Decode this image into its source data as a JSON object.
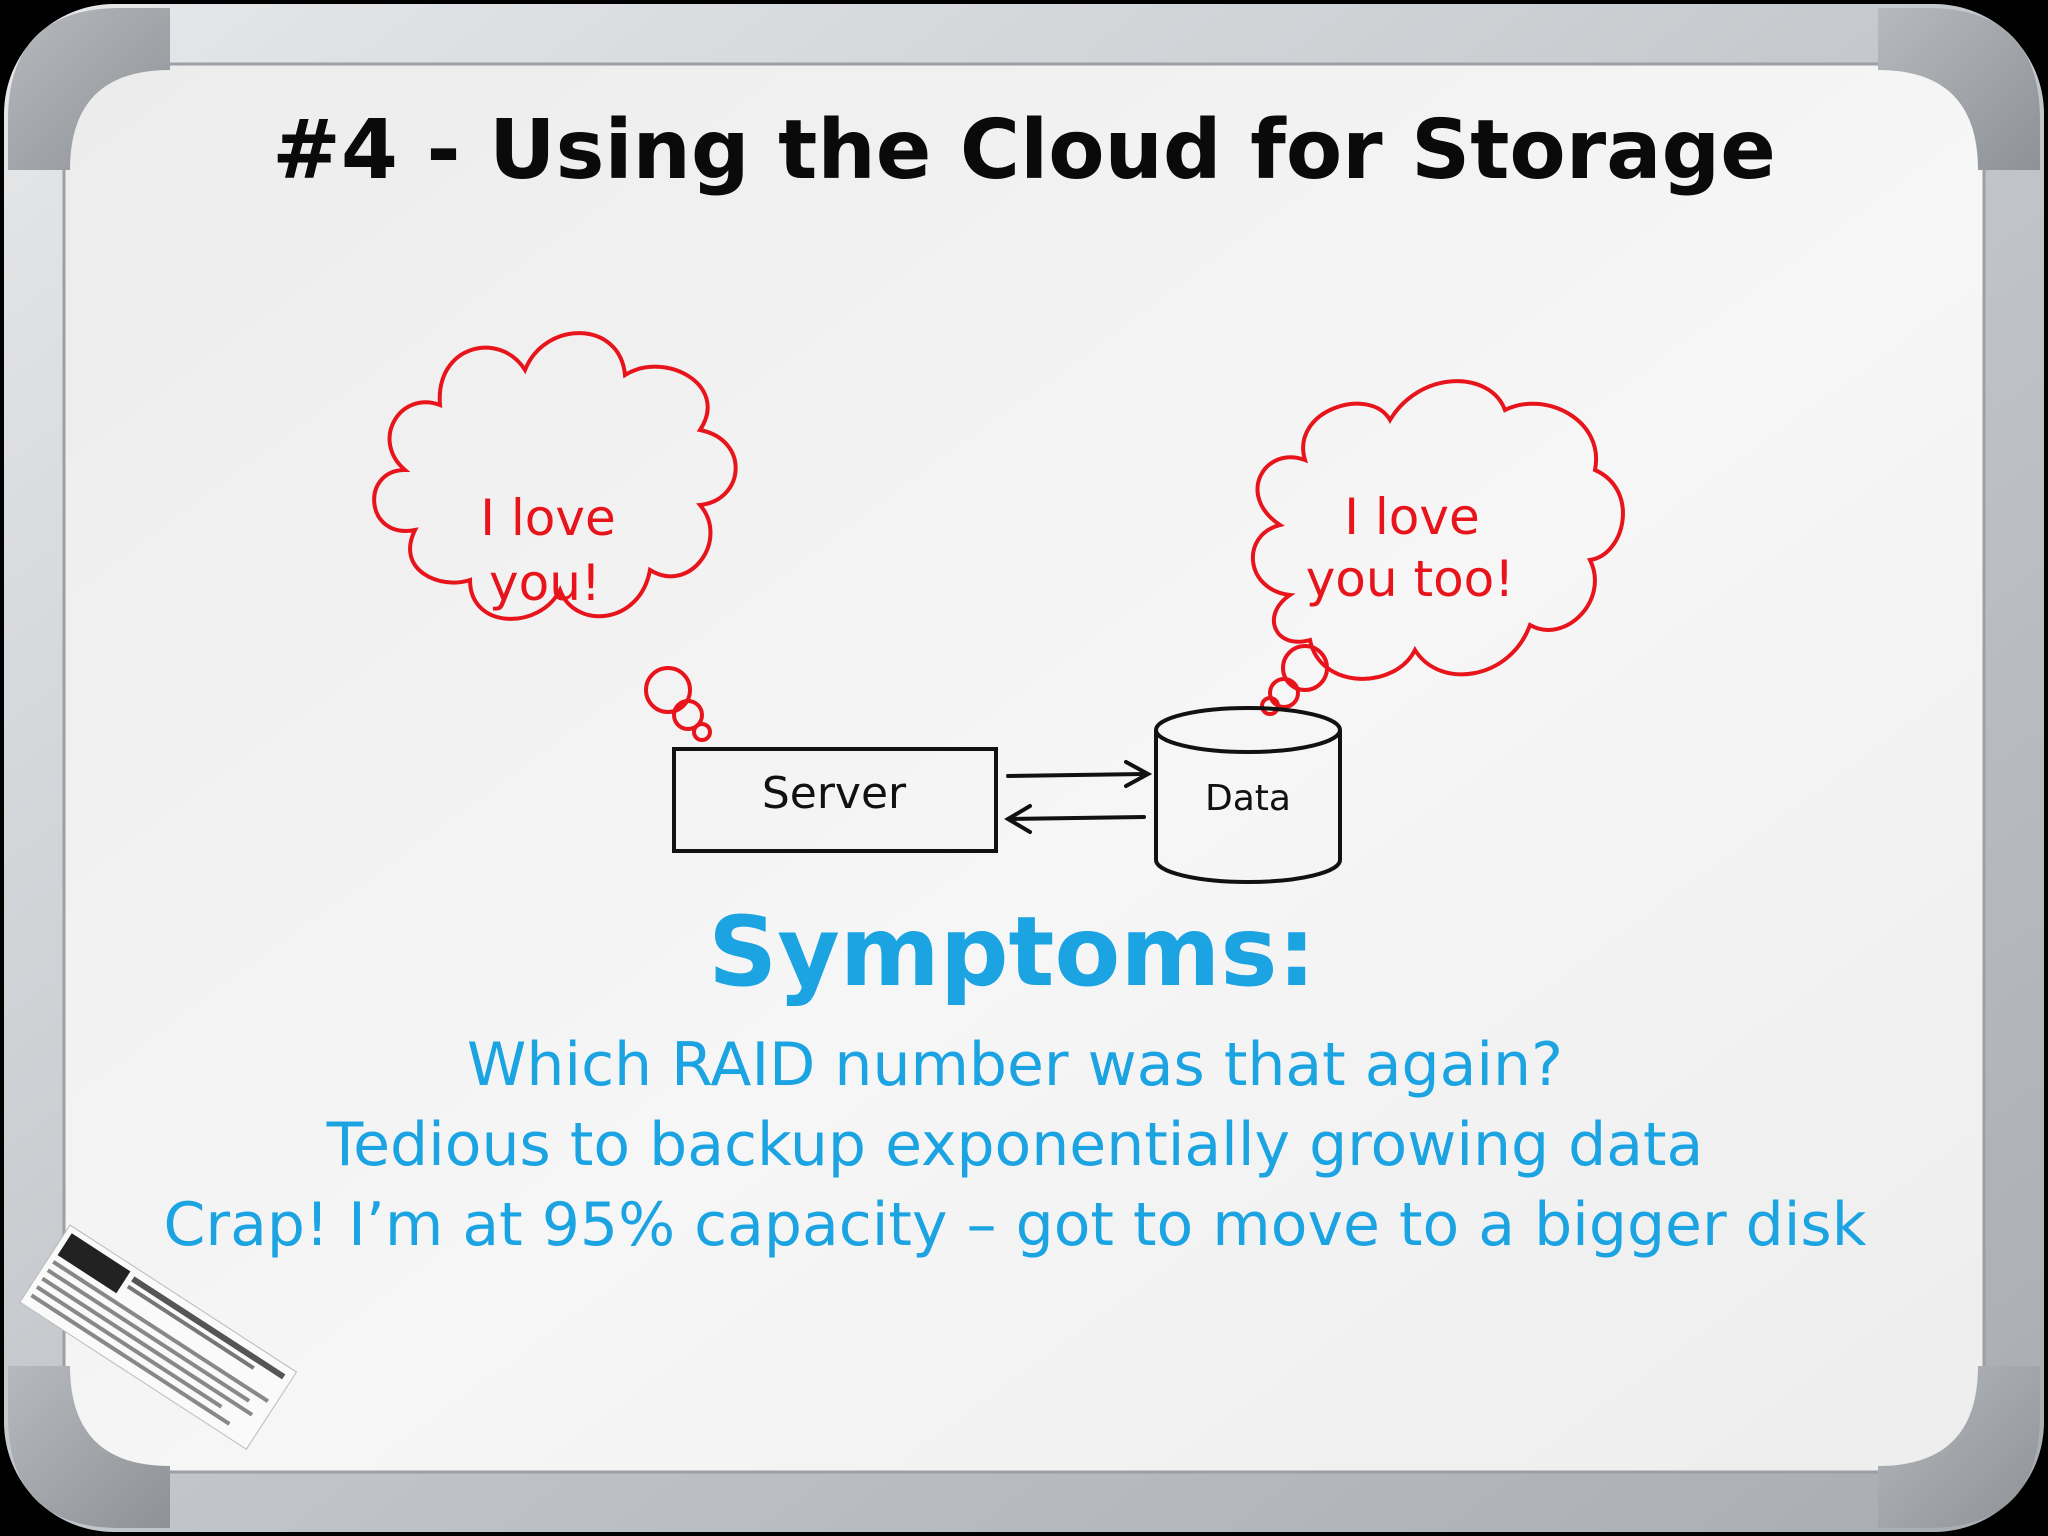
{
  "title": "#4 - Using the Cloud for Storage",
  "diagram": {
    "server_label": "Server",
    "data_label": "Data",
    "server_thought": [
      "I love",
      "you!"
    ],
    "data_thought": [
      "I love",
      "you too!"
    ]
  },
  "symptoms": {
    "heading": "Symptoms:",
    "items": [
      "Which RAID number was that again?",
      "Tedious to backup exponentially growing data",
      "Crap! I’m at 95% capacity – got to move to a bigger disk"
    ]
  },
  "colors": {
    "title": "#0a0a0a",
    "thought": "#e8141c",
    "symptoms": "#1ba3e2",
    "frame": "#c8ccd0",
    "board": "#f4f4f4"
  },
  "icons": {
    "frame_corner": "parrot-corner-icon",
    "sticker": "parrot-sticker-icon"
  }
}
